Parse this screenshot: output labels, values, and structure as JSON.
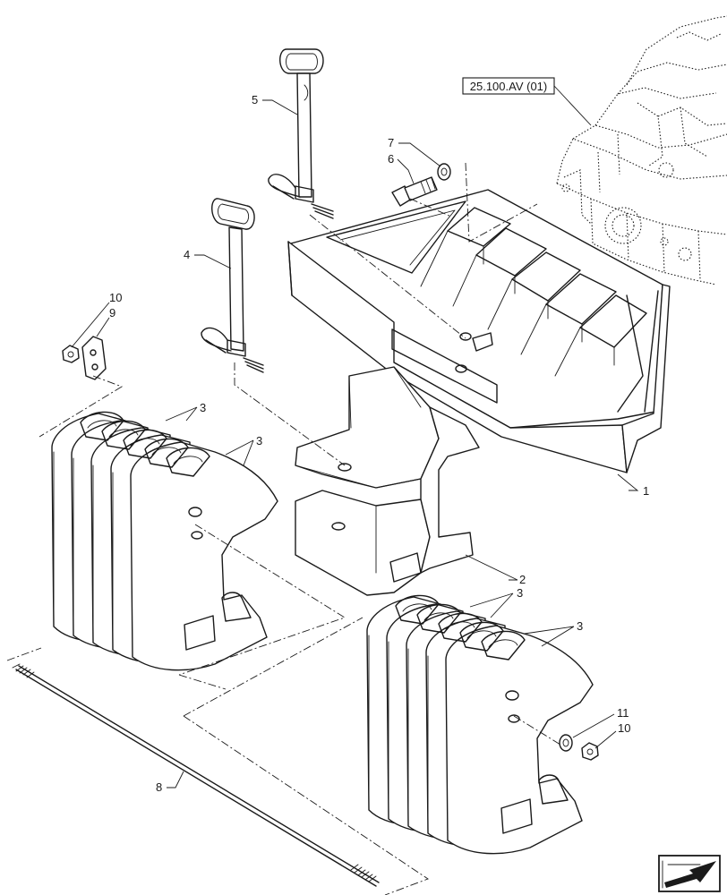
{
  "reference_label": "25.100.AV (01)",
  "callouts": {
    "c1": "1",
    "c2": "2",
    "c3a": "3",
    "c3b": "3",
    "c3c": "3",
    "c3d": "3",
    "c4": "4",
    "c5": "5",
    "c6": "6",
    "c7": "7",
    "c8": "8",
    "c9": "9",
    "c10a": "10",
    "c10b": "10",
    "c11": "11"
  },
  "nav_icon": "arrow-navigation-icon"
}
